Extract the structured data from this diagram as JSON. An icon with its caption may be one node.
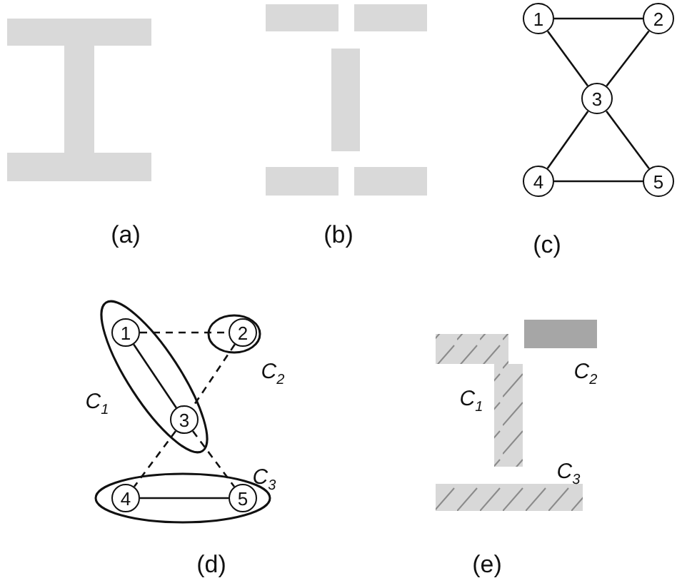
{
  "diagram": {
    "nodes": [
      {
        "text": [
          "1"
        ]
      },
      {
        "text": [
          "2"
        ]
      },
      {
        "text": [
          "3"
        ]
      },
      {
        "text": [
          "4"
        ]
      },
      {
        "text": [
          "5"
        ]
      },
      {
        "text": [],
        "shape": "ellipse",
        "beside": [
          "C$_{1}$"
        ]
      },
      {
        "text": [
          "1"
        ],
        "in": 5
      },
      {
        "text": [],
        "shape": "ellipse",
        "beside": [
          "C$_{2}$"
        ]
      },
      {
        "text": [
          "2"
        ],
        "in": 7
      },
      {
        "text": [
          "3"
        ],
        "in": 5
      },
      {
        "text": [],
        "shape": "ellipse",
        "beside": [
          "C$_{3}$"
        ]
      },
      {
        "text": [
          "4"
        ],
        "in": 10
      },
      {
        "text": [
          "5"
        ],
        "in": 10
      }
    ],
    "edges": [
      {
        "from": 0,
        "to": 1,
        "arrow": "none"
      },
      {
        "from": 0,
        "to": 2,
        "arrow": "none"
      },
      {
        "from": 1,
        "to": 2,
        "arrow": "none"
      },
      {
        "from": 2,
        "to": 3,
        "arrow": "none"
      },
      {
        "from": 2,
        "to": 4,
        "arrow": "none"
      },
      {
        "from": 3,
        "to": 4,
        "arrow": "none"
      },
      {
        "from": 6,
        "to": 8,
        "arrow": "none",
        "style": "dashed"
      },
      {
        "from": 6,
        "to": 9,
        "arrow": "none"
      },
      {
        "from": 8,
        "to": 9,
        "arrow": "none",
        "style": "dashed"
      },
      {
        "from": 9,
        "to": 11,
        "arrow": "none",
        "style": "dashed"
      },
      {
        "from": 9,
        "to": 12,
        "arrow": "none",
        "style": "dashed"
      },
      {
        "from": 11,
        "to": 12,
        "arrow": "none"
      }
    ],
    "labels": [
      "(a)",
      "(b)",
      "(c)",
      "(d)",
      "(e)",
      "C$_{1}$",
      "C$_{2}$",
      "C$_{3}$"
    ]
  }
}
